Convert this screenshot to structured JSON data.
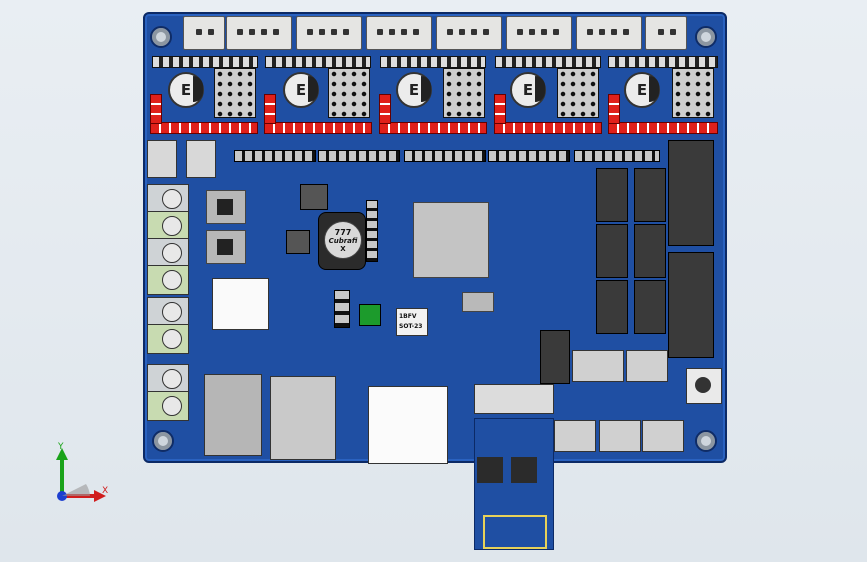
{
  "board": {
    "cap_labels": [
      "E",
      "E",
      "E",
      "E",
      "E"
    ],
    "inductor_label": "777",
    "inductor_brand": "Cubrafi",
    "inductor_mark": "X",
    "part_mark_1": "SOT-23",
    "part_mark_2": "1BFV"
  },
  "axes": {
    "x_label": "X",
    "y_label": "Y"
  }
}
